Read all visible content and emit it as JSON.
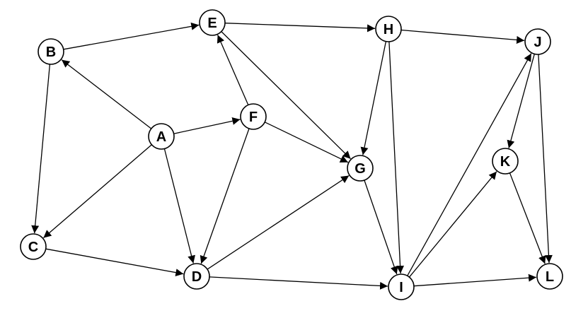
{
  "nodes": [
    {
      "id": "A",
      "label": "A"
    },
    {
      "id": "B",
      "label": "B"
    },
    {
      "id": "C",
      "label": "C"
    },
    {
      "id": "D",
      "label": "D"
    },
    {
      "id": "E",
      "label": "E"
    },
    {
      "id": "F",
      "label": "F"
    },
    {
      "id": "G",
      "label": "G"
    },
    {
      "id": "H",
      "label": "H"
    },
    {
      "id": "I",
      "label": "I"
    },
    {
      "id": "J",
      "label": "J"
    },
    {
      "id": "K",
      "label": "K"
    },
    {
      "id": "L",
      "label": "L"
    }
  ],
  "edges": [
    {
      "from": "A",
      "to": "B"
    },
    {
      "from": "A",
      "to": "F"
    },
    {
      "from": "A",
      "to": "C"
    },
    {
      "from": "A",
      "to": "D"
    },
    {
      "from": "B",
      "to": "E"
    },
    {
      "from": "B",
      "to": "C"
    },
    {
      "from": "C",
      "to": "D"
    },
    {
      "from": "E",
      "to": "H"
    },
    {
      "from": "E",
      "to": "G"
    },
    {
      "from": "F",
      "to": "E"
    },
    {
      "from": "F",
      "to": "G"
    },
    {
      "from": "F",
      "to": "D"
    },
    {
      "from": "D",
      "to": "G"
    },
    {
      "from": "D",
      "to": "I"
    },
    {
      "from": "H",
      "to": "J"
    },
    {
      "from": "H",
      "to": "G"
    },
    {
      "from": "H",
      "to": "I"
    },
    {
      "from": "G",
      "to": "I"
    },
    {
      "from": "I",
      "to": "J"
    },
    {
      "from": "I",
      "to": "K"
    },
    {
      "from": "I",
      "to": "L"
    },
    {
      "from": "J",
      "to": "K"
    },
    {
      "from": "J",
      "to": "L"
    },
    {
      "from": "K",
      "to": "L"
    }
  ],
  "colors": {
    "stroke": "#000000",
    "node_fill": "#ffffff",
    "background": "#ffffff"
  }
}
